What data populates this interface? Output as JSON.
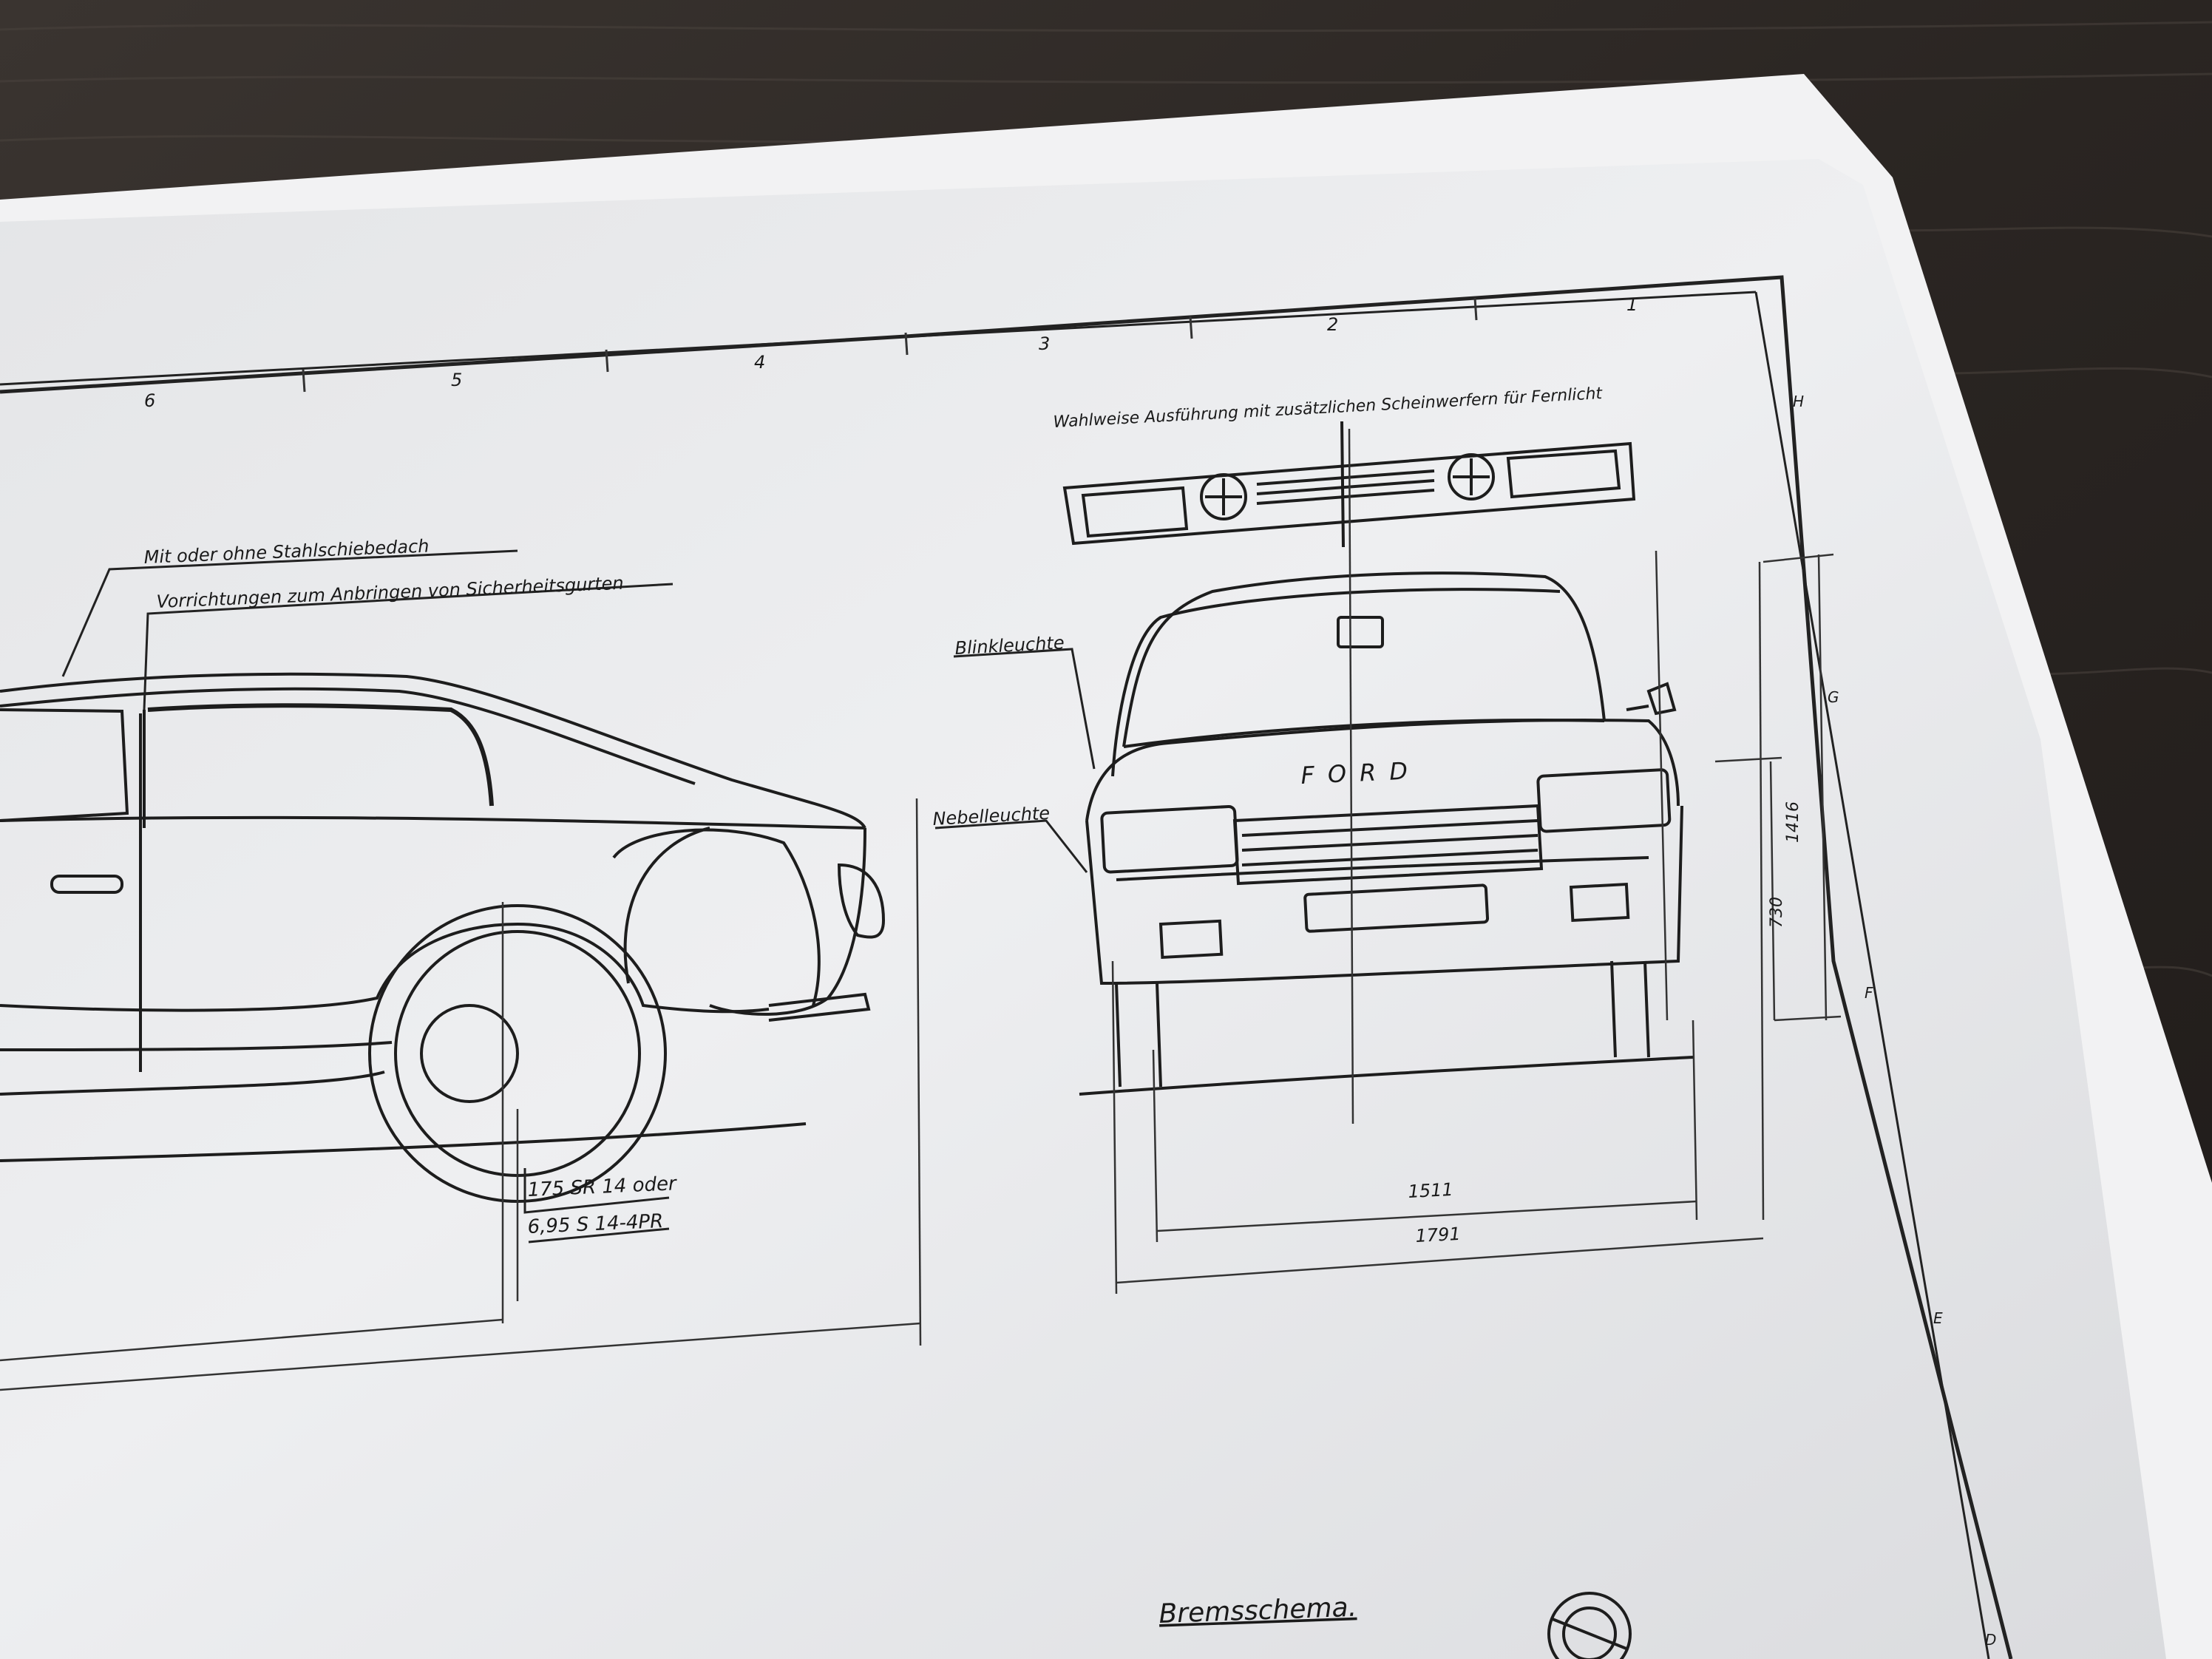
{
  "drawing": {
    "grid_columns": [
      "6",
      "5",
      "4",
      "3",
      "2",
      "1"
    ],
    "grid_rows": [
      "H",
      "G",
      "F",
      "E",
      "D"
    ],
    "labels": {
      "sunroof": "Mit oder ohne Stahlschiebedach",
      "seatbelt": "Vorrichtungen zum Anbringen von Sicherheitsgurten",
      "optional": "Wahlweise Ausführung mit zusätzlichen Scheinwerfern für Fernlicht",
      "indicator": "Blinkleuchte",
      "foglight": "Nebelleuchte",
      "tyre1": "175 SR 14 oder",
      "tyre2": "6,95 S 14-4PR",
      "brakes": "Bremsschema."
    },
    "badge": "FORD",
    "dimensions": {
      "track": "1511",
      "width": "1791",
      "height": "1416",
      "light_height": "730"
    }
  }
}
